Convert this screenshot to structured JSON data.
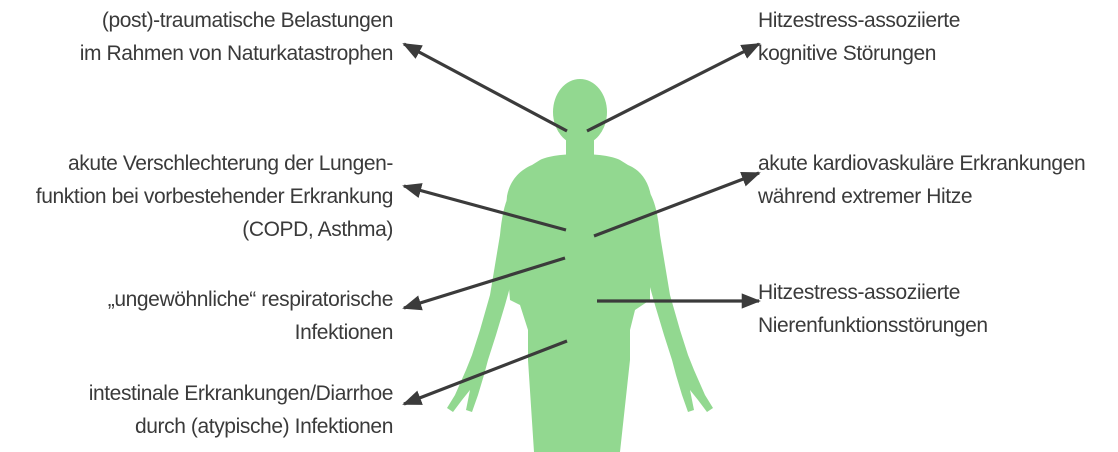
{
  "colors": {
    "body_fill": "#92d890",
    "arrow": "#3b3b3b",
    "text": "#3a3a3a"
  },
  "labels": {
    "trauma": {
      "line1": "(post)-traumatische Belastungen",
      "line2": "im Rahmen von Naturkatastrophen"
    },
    "lung": {
      "line1": "akute Verschlechterung der Lungen-",
      "line2": "funktion bei vorbestehender Erkrankung",
      "line3": "(COPD, Asthma)"
    },
    "resp": {
      "line1": "„ungewöhnliche“ respiratorische",
      "line2": "Infektionen"
    },
    "intest": {
      "line1": "intestinale Erkrankungen/Diarrhoe",
      "line2": "durch (atypische) Infektionen"
    },
    "cognit": {
      "line1": "Hitzestress-assoziierte",
      "line2": "kognitive Störungen"
    },
    "cardio": {
      "line1": "akute kardiovaskuläre Erkrankungen",
      "line2": "während extremer Hitze"
    },
    "renal": {
      "line1": "Hitzestress-assoziierte",
      "line2": "Nierenfunktionsstörungen"
    }
  }
}
